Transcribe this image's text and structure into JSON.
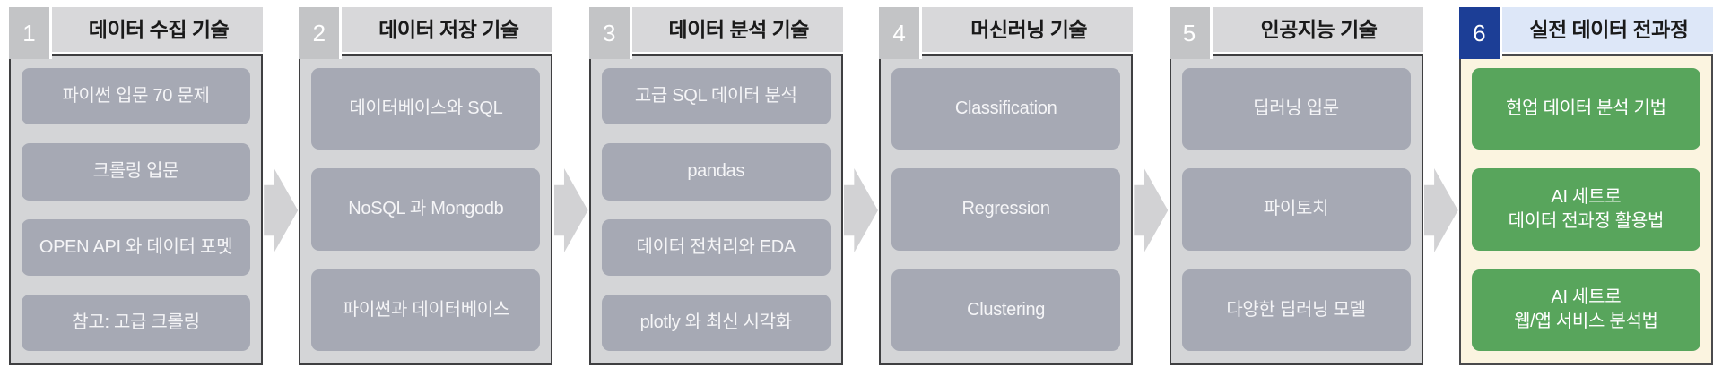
{
  "stages": [
    {
      "number": "1",
      "title": "데이터 수집 기술",
      "theme": "gray",
      "items": [
        "파이썬 입문 70 문제",
        "크롤링 입문",
        "OPEN API 와 데이터 포멧",
        "참고: 고급 크롤링"
      ]
    },
    {
      "number": "2",
      "title": "데이터 저장 기술",
      "theme": "gray",
      "items": [
        "데이터베이스와 SQL",
        "NoSQL 과 Mongodb",
        "파이썬과 데이터베이스"
      ]
    },
    {
      "number": "3",
      "title": "데이터 분석 기술",
      "theme": "gray",
      "items": [
        "고급 SQL 데이터 분석",
        "pandas",
        "데이터 전처리와 EDA",
        "plotly 와 최신 시각화"
      ]
    },
    {
      "number": "4",
      "title": "머신러닝 기술",
      "theme": "gray",
      "items": [
        "Classification",
        "Regression",
        "Clustering"
      ]
    },
    {
      "number": "5",
      "title": "인공지능 기술",
      "theme": "gray",
      "items": [
        "딥러닝 입문",
        "파이토치",
        "다양한 딥러닝 모델"
      ]
    },
    {
      "number": "6",
      "title": "실전 데이터 전과정",
      "theme": "highlight",
      "items": [
        "현업 데이터 분석 기법",
        "AI 세트로\n데이터 전과정 활용법",
        "AI 세트로\n웹/앱 서비스 분석법"
      ]
    }
  ],
  "themes": {
    "gray": {
      "badge_bg": "#c3c4c6",
      "badge_color": "#ffffff",
      "header_bg": "#d8d8da",
      "title_color": "#1a1a1a",
      "body_bg": "#d4d5d7",
      "body_border": "#3f3f41",
      "item_bg": "#a6a9b4",
      "item_color": "#f5f5f7"
    },
    "highlight": {
      "badge_bg": "#1c3e96",
      "badge_color": "#ffffff",
      "header_bg": "#dde7f8",
      "title_color": "#1a1a1a",
      "body_bg": "#fbf4e0",
      "body_border": "#4a4a4c",
      "item_bg": "#58a55c",
      "item_color": "#ffffff"
    }
  },
  "arrow_color": "#d2d2d4"
}
